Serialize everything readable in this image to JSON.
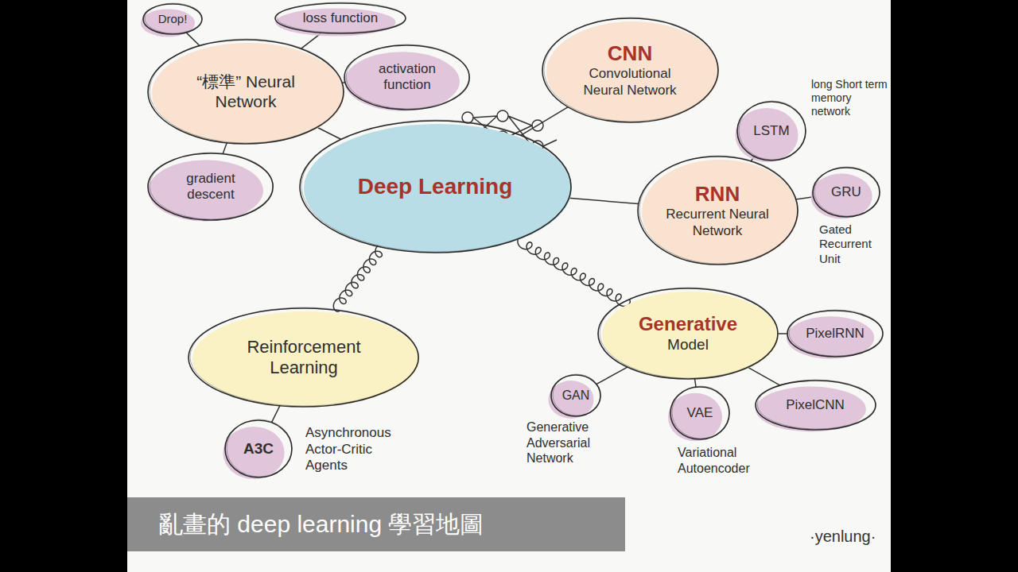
{
  "diagram": {
    "caption": "亂畫的 deep learning 學習地圖",
    "nodes": [
      {
        "text": [
          "Drop!"
        ]
      },
      {
        "text": [
          "loss function"
        ]
      },
      {
        "text": [
          "“標準” Neural Network"
        ]
      },
      {
        "text": [
          "activation function"
        ]
      },
      {
        "text": [
          "CNN",
          "Convolutional Neural Network"
        ]
      },
      {
        "text": [
          "LSTM",
          "long Short term memory network"
        ]
      },
      {
        "text": [
          "gradient descent"
        ]
      },
      {
        "text": [
          "Deep Learning"
        ]
      },
      {
        "text": [
          "RNN",
          "Recurrent Neural Network"
        ]
      },
      {
        "text": [
          "GRU",
          "Gated Recurrent Unit"
        ]
      },
      {
        "text": [
          "Generative",
          "Model"
        ]
      },
      {
        "text": [
          "PixelRNN"
        ]
      },
      {
        "text": [
          "Reinforcement Learning"
        ]
      },
      {
        "text": [
          "GAN",
          "Generative Adversarial Network"
        ]
      },
      {
        "text": [
          "VAE",
          "Variational Autoencoder"
        ]
      },
      {
        "text": [
          "PixelCNN"
        ]
      },
      {
        "text": [
          "A3C",
          "Asynchronous Actor-Critic Agents"
        ]
      }
    ],
    "edges": [
      {
        "from": 0,
        "to": 2,
        "arrow": "none"
      },
      {
        "from": 1,
        "to": 2,
        "arrow": "none"
      },
      {
        "from": 3,
        "to": 2,
        "arrow": "none"
      },
      {
        "from": 6,
        "to": 2,
        "arrow": "none"
      },
      {
        "from": 2,
        "to": 7,
        "arrow": "none"
      },
      {
        "from": 7,
        "to": 4,
        "arrow": "none"
      },
      {
        "from": 7,
        "to": 8,
        "arrow": "none"
      },
      {
        "from": 8,
        "to": 5,
        "arrow": "none"
      },
      {
        "from": 8,
        "to": 9,
        "arrow": "none"
      },
      {
        "from": 7,
        "to": 10,
        "arrow": "none"
      },
      {
        "from": 7,
        "to": 12,
        "arrow": "none"
      },
      {
        "from": 10,
        "to": 11,
        "arrow": "none"
      },
      {
        "from": 10,
        "to": 13,
        "arrow": "none"
      },
      {
        "from": 10,
        "to": 14,
        "arrow": "none"
      },
      {
        "from": 10,
        "to": 15,
        "arrow": "none"
      },
      {
        "from": 12,
        "to": 16,
        "arrow": "none"
      }
    ],
    "labels": [
      "·yenlung·"
    ]
  }
}
